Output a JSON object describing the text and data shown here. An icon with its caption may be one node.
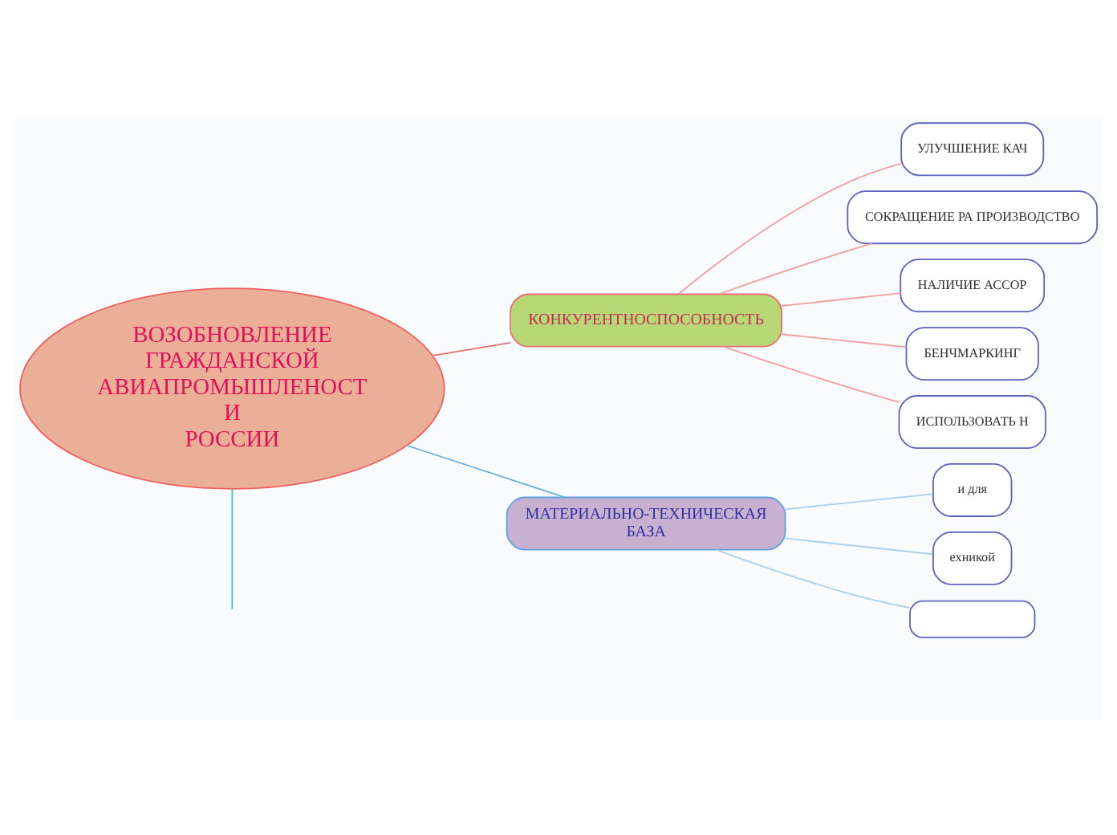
{
  "diagram": {
    "nodes": [
      {
        "text": [
          "ВОЗОБНОВЛЕНИЕ ГРАЖДАНСКОЙ АВИАПРОМЫШЛЕНОСТ И РОССИИ"
        ]
      },
      {
        "text": [
          "КОНКУРЕНТНОСПОСОБНОСТЬ"
        ]
      },
      {
        "text": [
          "УЛУЧШЕНИЕ КАЧ"
        ]
      },
      {
        "text": [
          "СОКРАЩЕНИЕ РА ПРОИЗВОДСТВО"
        ]
      },
      {
        "text": [
          "НАЛИЧИЕ АССОР"
        ]
      },
      {
        "text": [
          "БЕНЧМАРКИНГ"
        ]
      },
      {
        "text": [
          "ИСПОЛЬЗОВАТЬ Н"
        ]
      },
      {
        "text": [
          "МАТЕРИАЛЬНО-ТЕХНИЧЕСКАЯ БАЗА"
        ]
      },
      {
        "text": [
          "и для"
        ]
      },
      {
        "text": [
          "ехникой"
        ]
      },
      {
        "text": [],
        "shape": "box"
      }
    ],
    "edges": [
      {
        "from": 0,
        "to": 1,
        "arrow": "none",
        "color": "#e87070"
      },
      {
        "from": 1,
        "to": 2,
        "arrow": "none",
        "color": "#f0a0a0"
      },
      {
        "from": 1,
        "to": 3,
        "arrow": "none",
        "color": "#f0a0a0"
      },
      {
        "from": 1,
        "to": 4,
        "arrow": "none",
        "color": "#f0a0a0"
      },
      {
        "from": 1,
        "to": 5,
        "arrow": "none",
        "color": "#f0a0a0"
      },
      {
        "from": 1,
        "to": 6,
        "arrow": "none",
        "color": "#f0a0a0"
      },
      {
        "from": 0,
        "to": 7,
        "arrow": "none",
        "color": "#60b0e8"
      },
      {
        "from": 7,
        "to": 8,
        "arrow": "none",
        "color": "#a8d0f0"
      },
      {
        "from": 7,
        "to": 9,
        "arrow": "none",
        "color": "#a8d0f0"
      },
      {
        "from": 7,
        "to": 10,
        "arrow": "none",
        "color": "#a8d0f0"
      },
      {
        "from": 0,
        "to": null,
        "arrow": "none",
        "color": "#30d0b0"
      }
    ]
  }
}
